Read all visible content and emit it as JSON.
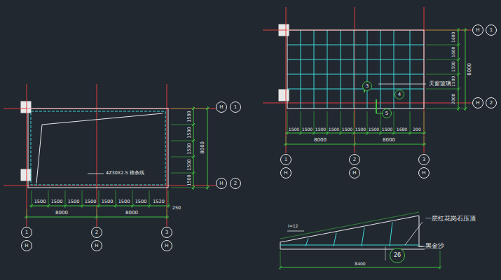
{
  "diagram": {
    "nodes": [
      {
        "text": [
          "H"
        ]
      },
      {
        "text": [
          "1"
        ]
      },
      {
        "text": [
          "H"
        ]
      },
      {
        "text": [
          "2"
        ]
      },
      {
        "text": [
          "3"
        ]
      },
      {
        "text": [
          "4"
        ]
      },
      {
        "text": [
          "5"
        ]
      },
      {
        "text": [
          "1"
        ]
      },
      {
        "text": [
          "2"
        ]
      },
      {
        "text": [
          "3"
        ]
      },
      {
        "text": [
          "H"
        ]
      },
      {
        "text": [
          "H"
        ]
      },
      {
        "text": [
          "H"
        ]
      },
      {
        "text": [
          "H"
        ]
      },
      {
        "text": [
          "1"
        ]
      },
      {
        "text": [
          "H"
        ]
      },
      {
        "text": [
          "2"
        ]
      },
      {
        "text": [
          "1"
        ]
      },
      {
        "text": [
          "2"
        ]
      },
      {
        "text": [
          "3"
        ]
      },
      {
        "text": [
          "H"
        ]
      },
      {
        "text": [
          "H"
        ]
      },
      {
        "text": [
          "H"
        ]
      },
      {
        "text": [
          "26"
        ]
      }
    ],
    "labels": [
      "1500",
      "1500",
      "1500",
      "1500",
      "1500",
      "1500",
      "1500",
      "1520",
      "8000",
      "8000",
      "250",
      "1500",
      "1500",
      "1500",
      "1500",
      "1500",
      "8000",
      "4Z30X2.5 檩条线",
      "1500",
      "1500",
      "1500",
      "1500",
      "1500",
      "1500",
      "1500",
      "1500",
      "1680",
      "200",
      "8000",
      "8000",
      "1600",
      "1600",
      "1500",
      "1500",
      "2000",
      "8000",
      "天窗玻璃",
      "一层红花岗石压顶",
      "黑金沙",
      "i=12",
      "8400"
    ]
  }
}
